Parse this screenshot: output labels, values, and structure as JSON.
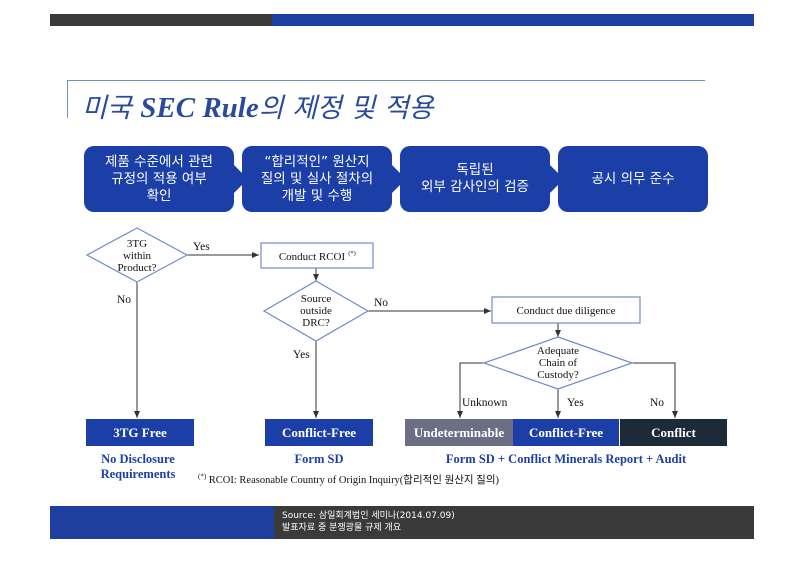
{
  "slide": {
    "title_prefix": "미국 ",
    "title_emph": "SEC Rule",
    "title_suffix": "의 제정 및 적용"
  },
  "steps": [
    "제품 수준에서 관련\n규정의 적용 여부\n확인",
    "“합리적인” 원산지\n질의 및 실사 절차의\n개발 및 수행",
    "독립된\n외부 감사인의 검증",
    "공시 의무 준수"
  ],
  "flow": {
    "decision_3tg": [
      "3TG",
      "within",
      "Product?"
    ],
    "conduct_rcoi": "Conduct RCOI",
    "rcoi_mark": "(*)",
    "decision_source": [
      "Source",
      "outside",
      "DRC?"
    ],
    "conduct_dd": "Conduct due diligence",
    "decision_custody": [
      "Adequate",
      "Chain of",
      "Custody?"
    ],
    "yes": "Yes",
    "no": "No",
    "unknown": "Unknown"
  },
  "outcomes": {
    "free_3tg": "3TG Free",
    "conflict_free_sd": "Conflict-Free",
    "undeterminable": "Undeterminable",
    "conflict_free_report": "Conflict-Free",
    "conflict": "Conflict",
    "no_disclosure": "No Disclosure\nRequirements",
    "form_sd": "Form SD",
    "form_sd_report": "Form SD + Conflict Minerals Report + Audit"
  },
  "footnote": {
    "mark": "(*)",
    "text": " RCOI: Reasonable Country  of Origin Inquiry(합리적인 원산지 질의)"
  },
  "footer": {
    "source": "Source: 삼일회계법인 세미나(2014.07.09)\n발표자료 중 분쟁광물 규제 개요"
  },
  "colors": {
    "primary_blue": "#1b3fa6",
    "undeterminable_gray": "#6a6f86",
    "conflict_dark": "#1d2b38",
    "dark_bar": "#3a3a3a"
  }
}
